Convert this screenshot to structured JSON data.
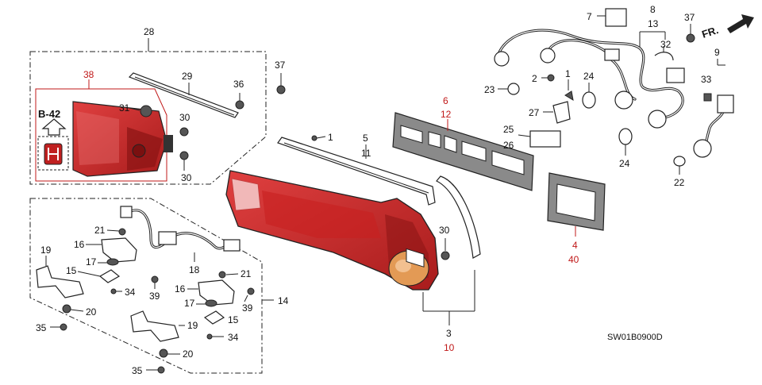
{
  "diagram": {
    "code": "SW01B0900D",
    "front_marker": "FR.",
    "ref_marker": "B-42",
    "callouts": {
      "n1a": "1",
      "n1b": "1",
      "n2": "2",
      "n3": "3",
      "n10": "10",
      "n4": "4",
      "n40": "40",
      "n5": "5",
      "n11": "11",
      "n6": "6",
      "n12": "12",
      "n7": "7",
      "n8": "8",
      "n13": "13",
      "n9": "9",
      "n14": "14",
      "n15a": "15",
      "n15b": "15",
      "n16a": "16",
      "n16b": "16",
      "n17a": "17",
      "n17b": "17",
      "n18": "18",
      "n19a": "19",
      "n19b": "19",
      "n20a": "20",
      "n20b": "20",
      "n21a": "21",
      "n21b": "21",
      "n22": "22",
      "n23": "23",
      "n24a": "24",
      "n24b": "24",
      "n25": "25",
      "n26": "26",
      "n27": "27",
      "n28": "28",
      "n29": "29",
      "n30a": "30",
      "n30b": "30",
      "n30c": "30",
      "n31": "31",
      "n32": "32",
      "n33": "33",
      "n34a": "34",
      "n34b": "34",
      "n35a": "35",
      "n35b": "35",
      "n36": "36",
      "n37a": "37",
      "n37b": "37",
      "n38": "38",
      "n39a": "39",
      "n39b": "39"
    },
    "colors": {
      "lens_red": "#d42a2a",
      "lens_dark_red": "#a81c1c",
      "lens_amber": "#e39a55",
      "callout_red": "#c01818",
      "gasket_gray": "#8a8a8a"
    }
  }
}
